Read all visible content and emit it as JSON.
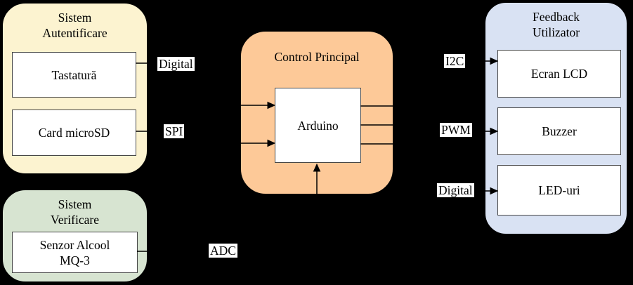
{
  "diagram": {
    "containers": {
      "auth": {
        "title": "Sistem\nAutentificare",
        "fill": "#FCF3D0",
        "nodes": {
          "keyboard": "Tastatură",
          "microsd": "Card microSD"
        }
      },
      "verify": {
        "title": "Sistem\nVerificare",
        "fill": "#D7E4D1",
        "nodes": {
          "sensor": "Senzor Alcool\nMQ-3"
        }
      },
      "control": {
        "title": "Control Principal",
        "fill": "#FDC998",
        "nodes": {
          "arduino": "Arduino"
        }
      },
      "feedback": {
        "title": "Feedback\nUtilizator",
        "fill": "#D9E2F3",
        "nodes": {
          "lcd": "Ecran LCD",
          "buzzer": "Buzzer",
          "leds": "LED-uri"
        }
      }
    },
    "edge_labels": {
      "digital_left": "Digital",
      "spi": "SPI",
      "adc": "ADC",
      "i2c": "I2C",
      "pwm": "PWM",
      "digital_right": "Digital"
    },
    "colors": {
      "background": "#000000",
      "wire": "#000000",
      "node_fill": "#FFFFFF",
      "node_border": "#474747",
      "auth_fill": "#FCF3D0",
      "verify_fill": "#D7E4D1",
      "control_fill": "#FDC998",
      "feedback_fill": "#D9E2F3"
    }
  }
}
